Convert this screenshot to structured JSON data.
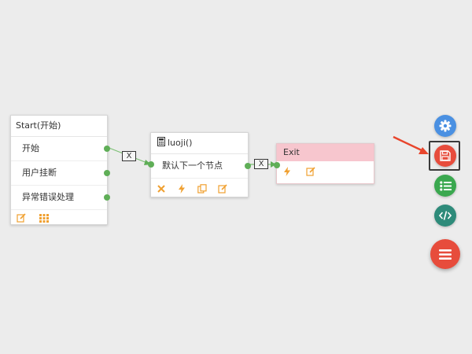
{
  "colors": {
    "port": "#5fae57",
    "tool_icon": "#f0a030",
    "exit_header": "#f7c6ce",
    "settings_button": "#4a90e2",
    "save_button": "#e74c3c",
    "list_button": "#3aa84f",
    "code_button": "#2e8b7a",
    "menu_button": "#e74c3c",
    "annotation_arrow": "#e8452c"
  },
  "nodes": {
    "start": {
      "title": "Start(开始)",
      "rows": [
        "开始",
        "用户挂断",
        "异常错误处理"
      ],
      "tools": [
        "edit-icon",
        "grid-icon"
      ]
    },
    "luoji": {
      "icon": "calculator-icon",
      "title": "luoji()",
      "rows": [
        "默认下一个节点"
      ],
      "tools": [
        "delete-icon",
        "lightning-icon",
        "copy-icon",
        "edit-icon"
      ]
    },
    "exit": {
      "title": "Exit",
      "tools": [
        "lightning-icon",
        "edit-icon"
      ]
    }
  },
  "edges": [
    {
      "from": "start.开始",
      "to": "luoji",
      "label": "X"
    },
    {
      "from": "luoji.默认下一个节点",
      "to": "exit",
      "label": "X"
    }
  ],
  "side_buttons": [
    {
      "name": "settings",
      "icon": "gear-icon"
    },
    {
      "name": "save",
      "icon": "floppy-icon"
    },
    {
      "name": "list",
      "icon": "list-icon"
    },
    {
      "name": "code",
      "icon": "code-icon"
    },
    {
      "name": "menu",
      "icon": "menu-icon"
    }
  ]
}
